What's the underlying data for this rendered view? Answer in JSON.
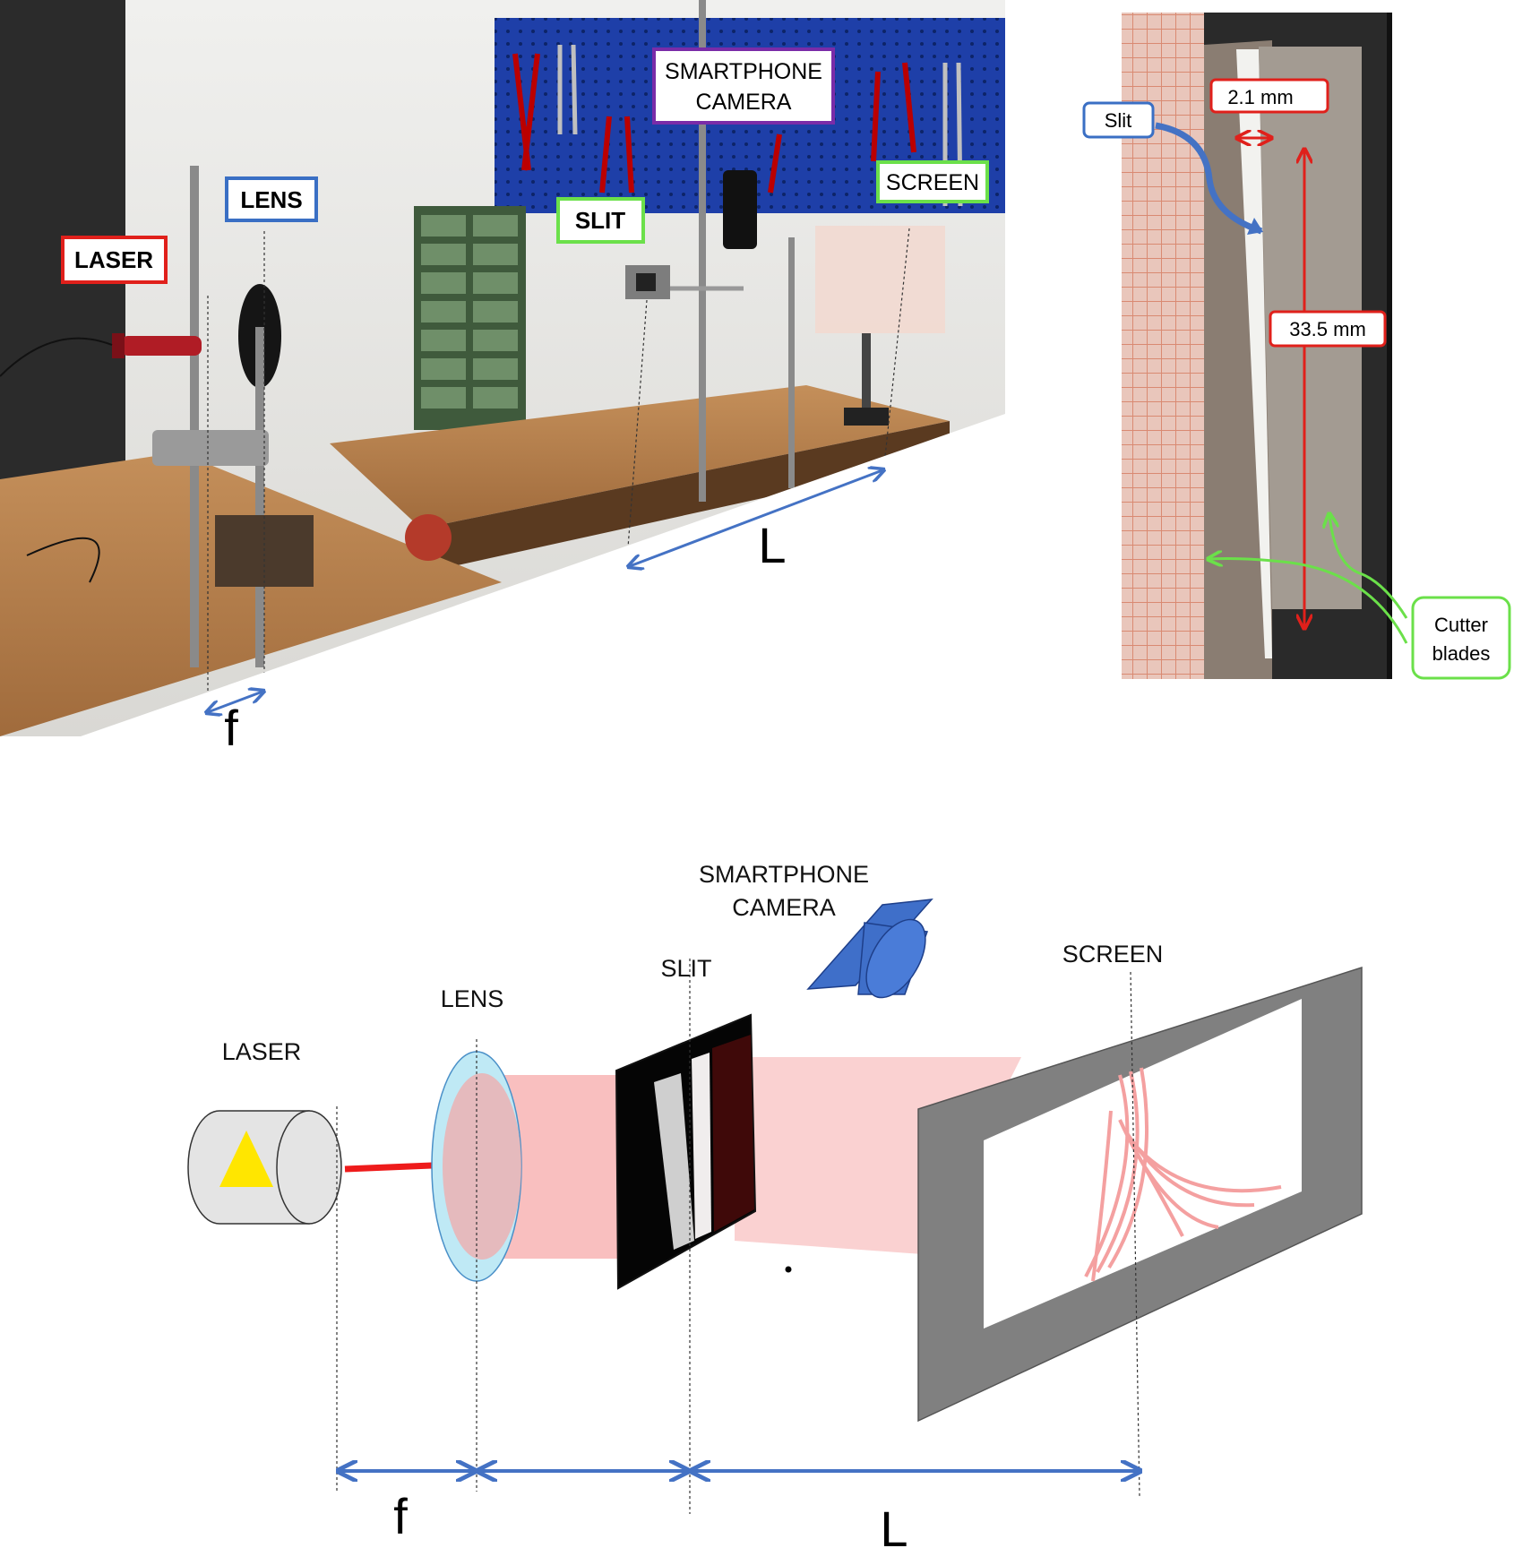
{
  "photo": {
    "labels": {
      "laser": "LASER",
      "lens": "LENS",
      "slit": "SLIT",
      "smartphone_line1": "SMARTPHONE",
      "smartphone_line2": "CAMERA",
      "screen": "SCREEN"
    },
    "dims": {
      "f": "f",
      "L": "L"
    }
  },
  "slit_closeup": {
    "slit_label": "Slit",
    "width_label": "2.1 mm",
    "length_label": "33.5 mm",
    "cutter_line1": "Cutter",
    "cutter_line2": "blades"
  },
  "diagram": {
    "labels": {
      "laser": "LASER",
      "lens": "LENS",
      "slit": "SLIT",
      "smartphone_line1": "SMARTPHONE",
      "smartphone_line2": "CAMERA",
      "screen": "SCREEN"
    },
    "dims": {
      "f": "f",
      "L": "L"
    }
  },
  "colors": {
    "red_label": "#e0201b",
    "blue_label": "#3a6fc4",
    "green_label": "#6be04a",
    "purple_label": "#7a2ca8",
    "beam": "#f7a9a9",
    "laser_body": "#e4e4e4",
    "lens": "#bfe9f5",
    "screen_frame": "#7f7f7f",
    "camera": "#3f6fc9",
    "arrow": "#4472c4"
  }
}
